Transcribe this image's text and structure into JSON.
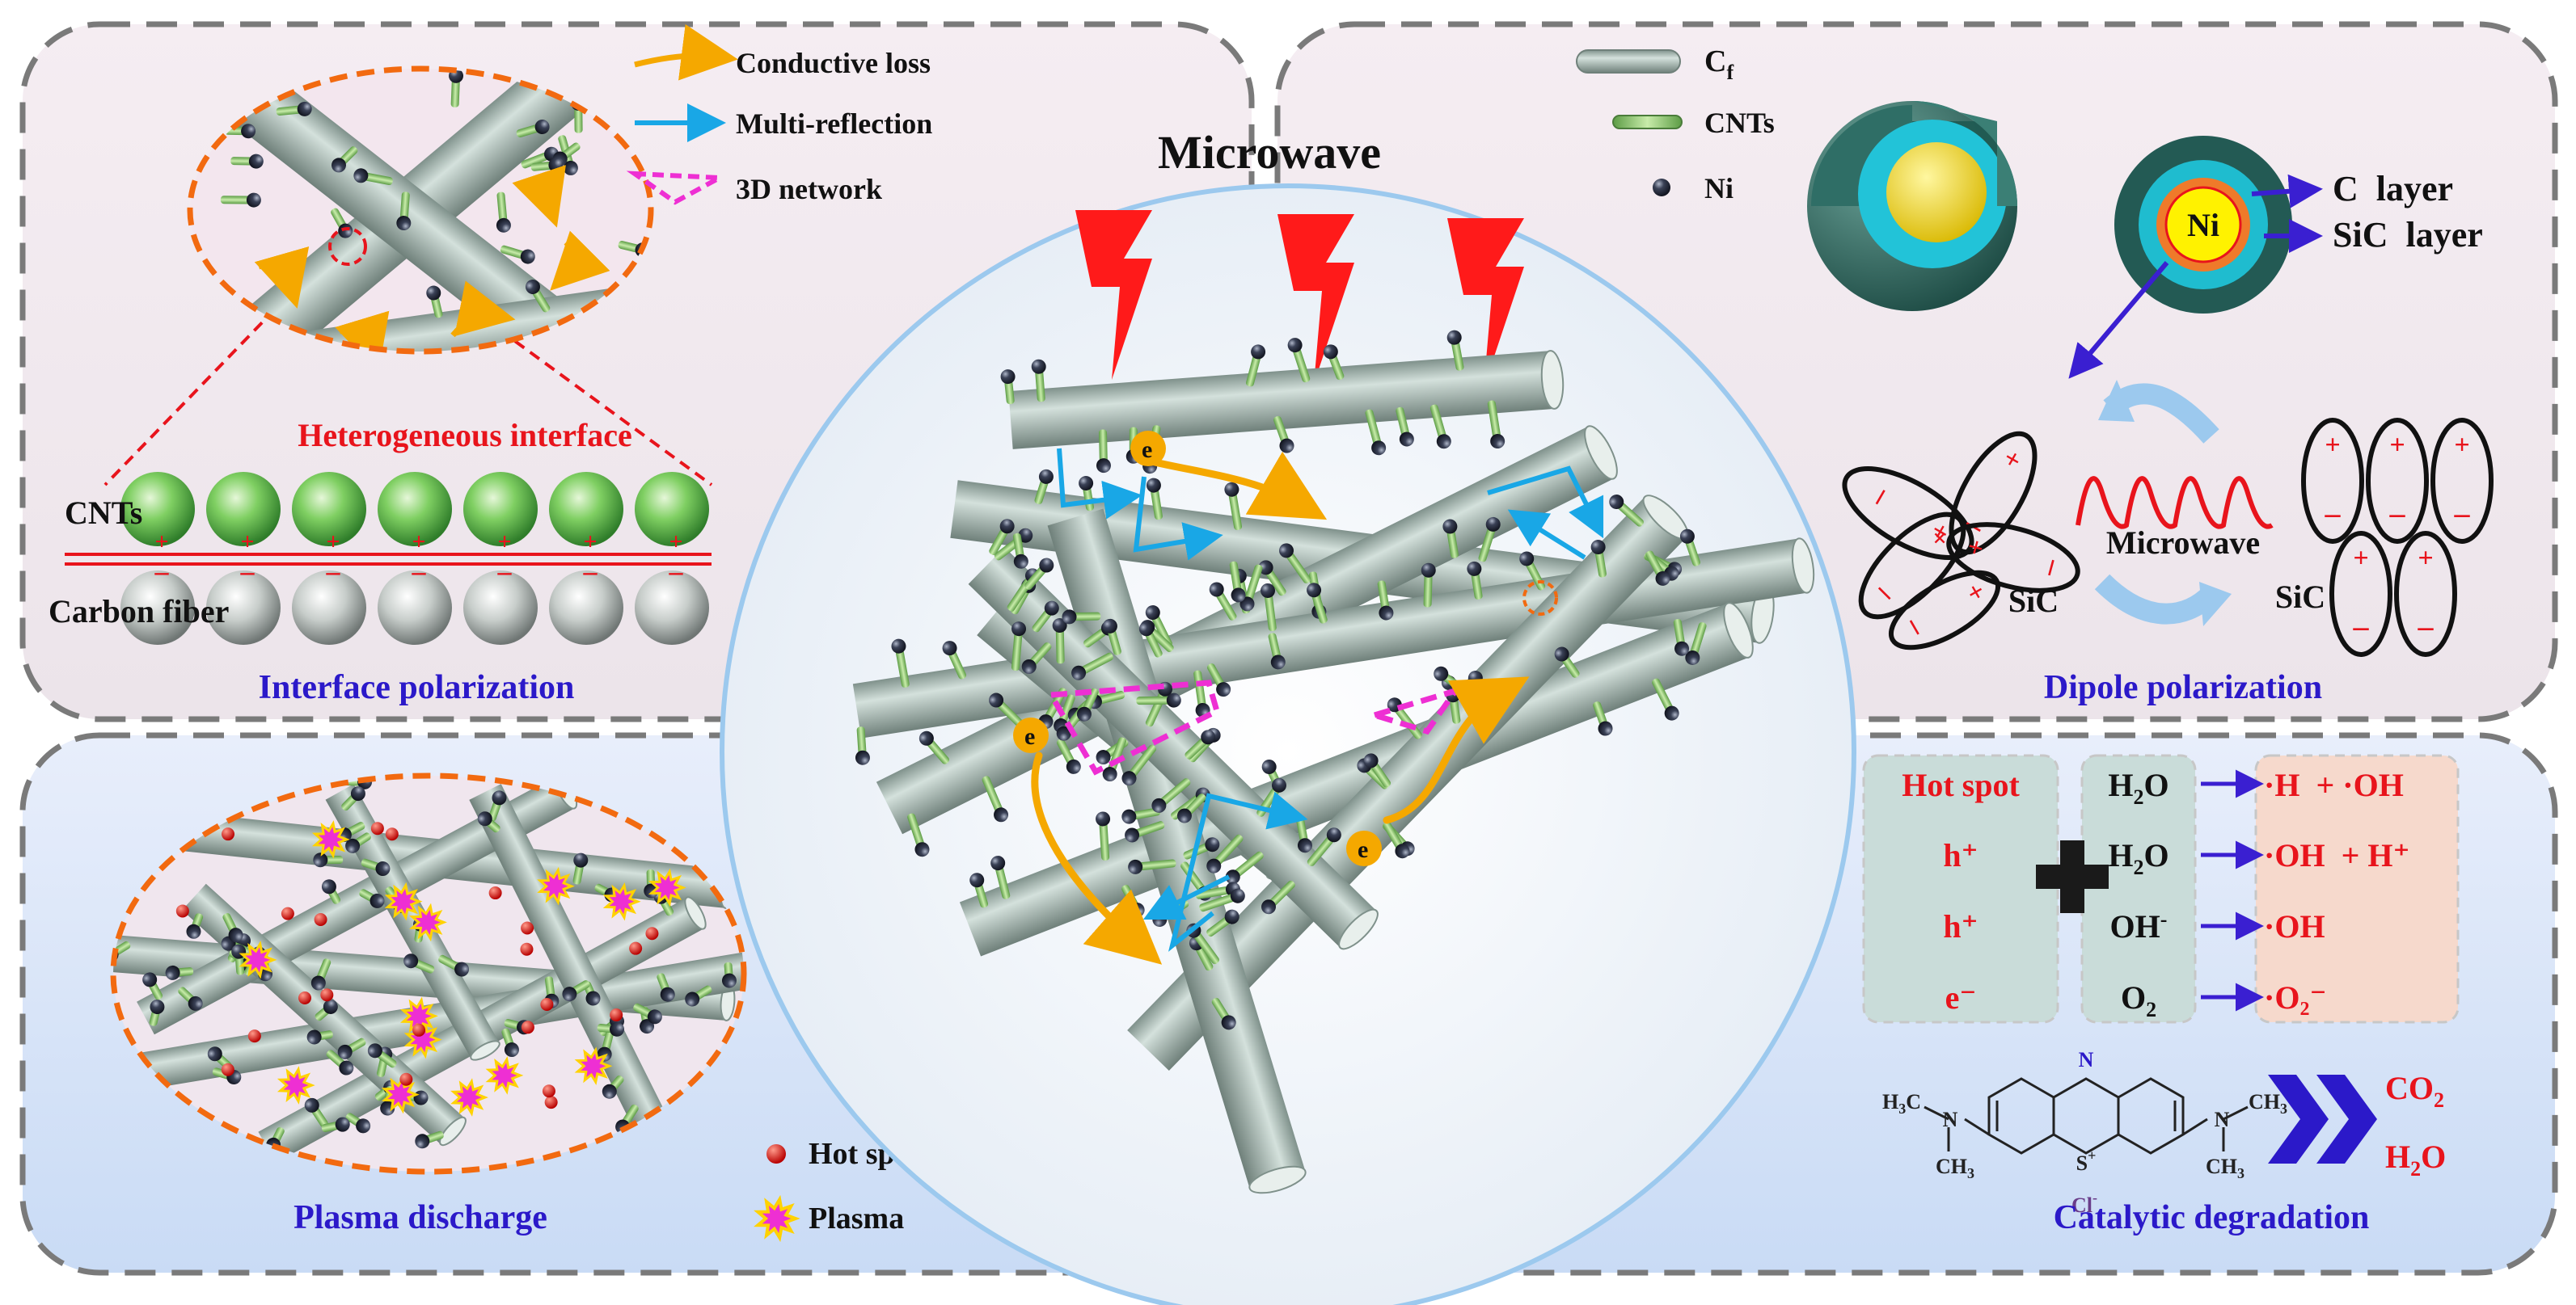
{
  "center": {
    "title": "Microwave"
  },
  "legend_top_left": [
    {
      "label": "Conductive loss",
      "color": "#f5a800"
    },
    {
      "label": "Multi-reflection",
      "color": "#19a7e6"
    },
    {
      "label": "3D network",
      "color": "#ee2fd3"
    }
  ],
  "legend_top_right": [
    {
      "label": "C",
      "sub": "f"
    },
    {
      "label": "CNTs"
    },
    {
      "label": "Ni"
    }
  ],
  "interface_panel": {
    "heading": "Heterogeneous interface",
    "cnts_label": "CNTs",
    "carbon_label": "Carbon fiber",
    "caption": "Interface polarization"
  },
  "dipole_panel": {
    "ni_label": "Ni",
    "c_layer": "C  layer",
    "sic_layer": "SiC  layer",
    "microwave_label": "Microwave",
    "sic_left": "SiC",
    "sic_right": "SiC",
    "caption": "Dipole polarization"
  },
  "plasma_panel": {
    "legend": [
      {
        "label": "Hot spots"
      },
      {
        "label": "Plasma"
      }
    ],
    "caption": "Plasma discharge"
  },
  "catalytic_panel": {
    "sources": [
      "Hot spot",
      "h⁺",
      "h⁺",
      "e⁻"
    ],
    "reactants": [
      {
        "main": "H",
        "sub": "2",
        "tail": "O"
      },
      {
        "main": "H",
        "sub": "2",
        "tail": "O"
      },
      {
        "main": "OH",
        "sup": "-"
      },
      {
        "main": "O",
        "sub": "2"
      }
    ],
    "products": [
      "·H  + ·OH",
      "·OH  + H⁺",
      "·OH",
      "·O₂⁻"
    ],
    "molecule": {
      "n_top": "N",
      "s_label": "S",
      "s_charge": "+",
      "cl": "Cl",
      "cl_charge": "-",
      "n_left": "N",
      "n_right": "N",
      "h3c": "H",
      "ch3": "CH"
    },
    "output_products": [
      {
        "main": "CO",
        "sub": "2"
      },
      {
        "main": "H",
        "sub": "2",
        "tail": "O"
      }
    ],
    "caption": "Catalytic degradation"
  },
  "colors": {
    "caption_blue": "#2b19c9",
    "heading_red": "#e8141c",
    "fiber": "#a8b9b2",
    "cnt": "#9ed07a",
    "ni": "#2a3040",
    "frame": "#7a7a7a"
  }
}
